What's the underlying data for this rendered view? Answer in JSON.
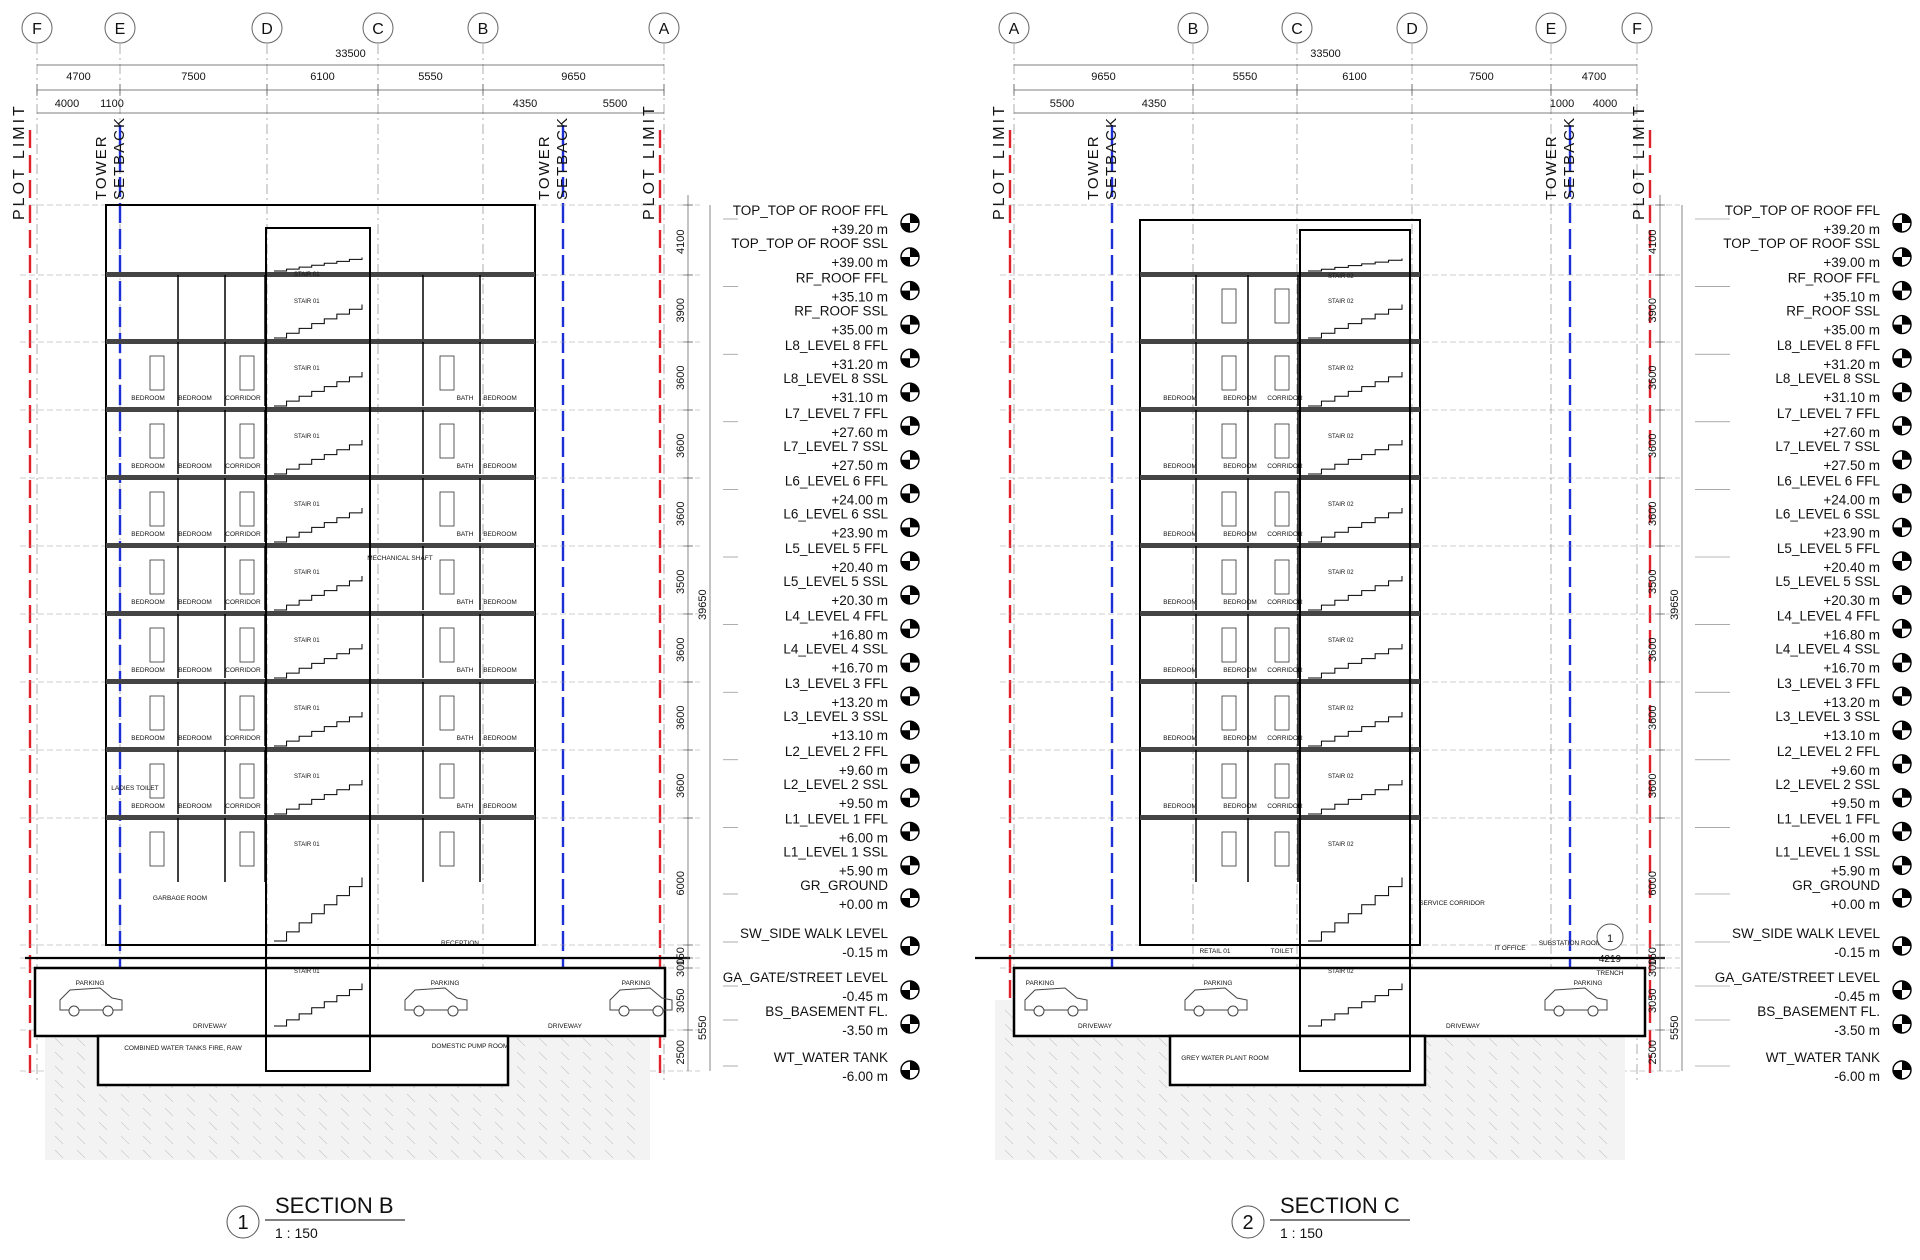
{
  "grid_labels": {
    "section_b": [
      "F",
      "E",
      "D",
      "C",
      "B",
      "A"
    ],
    "section_c": [
      "A",
      "B",
      "C",
      "D",
      "E",
      "F"
    ]
  },
  "overall_dimension": "33500",
  "section_b": {
    "dims_row1": [
      "4700",
      "7500",
      "6100",
      "5550",
      "9650"
    ],
    "dims_row2": [
      "4000",
      "1100",
      "4350",
      "5500"
    ],
    "right_dims": [
      "4100",
      "3900",
      "3600",
      "3600",
      "3600",
      "3500",
      "3600",
      "3600",
      "3600",
      "6000",
      "150",
      "300",
      "3050",
      "2500"
    ],
    "overall_height": "39650",
    "basement_total": "5550",
    "plot_limit": "PLOT LIMIT",
    "tower_setback": [
      "TOWER",
      "SETBACK"
    ],
    "title": "SECTION B",
    "number": "1",
    "scale": "1 : 150",
    "rooms": {
      "bedroom": "BEDROOM",
      "corridor": "CORRIDOR",
      "stair": "STAIR 01",
      "bath": "BATH",
      "shaft": "MECHANICAL SHAFT",
      "ladies_toilet": "LADIES TOILET",
      "garbage": "GARBAGE ROOM",
      "reception": "RECEPTION",
      "parking": "PARKING",
      "driveway": "DRIVEWAY",
      "water_tanks": "COMBINED WATER TANKS FIRE, RAW",
      "pump_room": "DOMESTIC PUMP ROOM"
    }
  },
  "section_c": {
    "dims_row1": [
      "9650",
      "5550",
      "6100",
      "7500",
      "4700"
    ],
    "dims_row2": [
      "5500",
      "4350",
      "1000",
      "4000"
    ],
    "right_dims": [
      "4100",
      "3900",
      "3600",
      "3600",
      "3600",
      "3500",
      "3600",
      "3600",
      "3600",
      "6000",
      "150",
      "300",
      "3050",
      "2500"
    ],
    "overall_height": "39650",
    "basement_total": "5550",
    "plot_limit": "PLOT LIMIT",
    "tower_setback": [
      "TOWER",
      "SETBACK"
    ],
    "title": "SECTION C",
    "number": "2",
    "scale": "1 : 150",
    "callout_number": "1",
    "callout_value": "4219",
    "rooms": {
      "bedroom": "BEDROOM",
      "corridor": "CORRIDOR",
      "stair": "STAIR 02",
      "retail": "RETAIL 01",
      "toilet": "TOILET",
      "service_corridor": "SERVICE CORRIDOR",
      "it_office": "IT OFFICE",
      "substation": "SUBSTATION ROOM",
      "trench": "TRENCH",
      "parking": "PARKING",
      "driveway": "DRIVEWAY",
      "grey_water": "GREY WATER PLANT ROOM"
    }
  },
  "levels": [
    {
      "ffl": "TOP_TOP OF ROOF FFL",
      "ffl_val": "+39.20 m",
      "ssl": "TOP_TOP OF ROOF SSL",
      "ssl_val": "+39.00 m"
    },
    {
      "ffl": "RF_ROOF FFL",
      "ffl_val": "+35.10 m",
      "ssl": "RF_ROOF SSL",
      "ssl_val": "+35.00 m"
    },
    {
      "ffl": "L8_LEVEL 8 FFL",
      "ffl_val": "+31.20 m",
      "ssl": "L8_LEVEL 8 SSL",
      "ssl_val": "+31.10 m"
    },
    {
      "ffl": "L7_LEVEL 7 FFL",
      "ffl_val": "+27.60 m",
      "ssl": "L7_LEVEL 7 SSL",
      "ssl_val": "+27.50 m"
    },
    {
      "ffl": "L6_LEVEL 6 FFL",
      "ffl_val": "+24.00 m",
      "ssl": "L6_LEVEL 6 SSL",
      "ssl_val": "+23.90 m"
    },
    {
      "ffl": "L5_LEVEL 5 FFL",
      "ffl_val": "+20.40 m",
      "ssl": "L5_LEVEL 5 SSL",
      "ssl_val": "+20.30 m"
    },
    {
      "ffl": "L4_LEVEL 4 FFL",
      "ffl_val": "+16.80 m",
      "ssl": "L4_LEVEL 4 SSL",
      "ssl_val": "+16.70 m"
    },
    {
      "ffl": "L3_LEVEL 3 FFL",
      "ffl_val": "+13.20 m",
      "ssl": "L3_LEVEL 3 SSL",
      "ssl_val": "+13.10 m"
    },
    {
      "ffl": "L2_LEVEL 2 FFL",
      "ffl_val": "+9.60 m",
      "ssl": "L2_LEVEL 2 SSL",
      "ssl_val": "+9.50 m"
    },
    {
      "ffl": "L1_LEVEL 1 FFL",
      "ffl_val": "+6.00 m",
      "ssl": "L1_LEVEL 1 SSL",
      "ssl_val": "+5.90 m"
    },
    {
      "ffl": "GR_GROUND",
      "ffl_val": "+0.00 m",
      "ssl": "",
      "ssl_val": ""
    },
    {
      "ffl": "SW_SIDE WALK LEVEL",
      "ffl_val": "-0.15 m",
      "ssl": "",
      "ssl_val": ""
    },
    {
      "ffl": "GA_GATE/STREET LEVEL",
      "ffl_val": "-0.45 m",
      "ssl": "",
      "ssl_val": ""
    },
    {
      "ffl": "BS_BASEMENT FL.",
      "ffl_val": "-3.50 m",
      "ssl": "",
      "ssl_val": ""
    },
    {
      "ffl": "WT_WATER TANK",
      "ffl_val": "-6.00 m",
      "ssl": "",
      "ssl_val": ""
    }
  ],
  "colors": {
    "plot_limit": "#e0202a",
    "setback": "#1c2fd6",
    "line": "#1a1a1a",
    "grid": "#8a8a8a"
  }
}
